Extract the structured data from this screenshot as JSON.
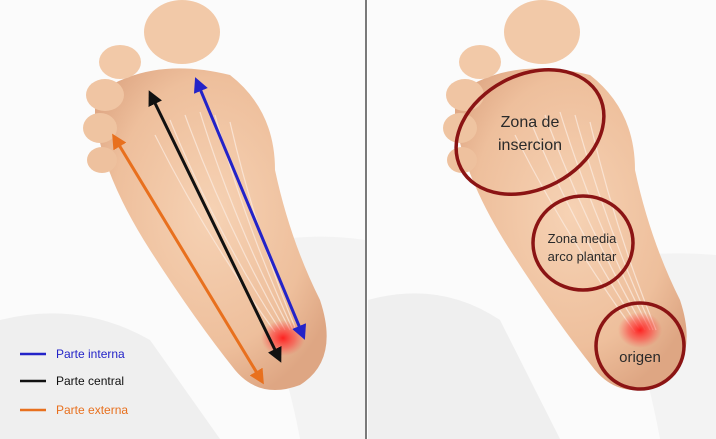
{
  "legend": {
    "items": [
      {
        "label": "Parte interna",
        "color": "#2323c8"
      },
      {
        "label": "Parte central",
        "color": "#111111"
      },
      {
        "label": "Parte externa",
        "color": "#e8701e"
      }
    ]
  },
  "zones": {
    "insertion": {
      "line1": "Zona de",
      "line2": "insercion"
    },
    "middle": {
      "line1": "Zona media",
      "line2": "arco plantar"
    },
    "origin": {
      "label": "origen"
    }
  },
  "colors": {
    "ellipse_stroke": "#8b1414",
    "heel_highlight": "#ff2020",
    "skin": "#f0c6a4",
    "divider": "#7a7a7a"
  }
}
